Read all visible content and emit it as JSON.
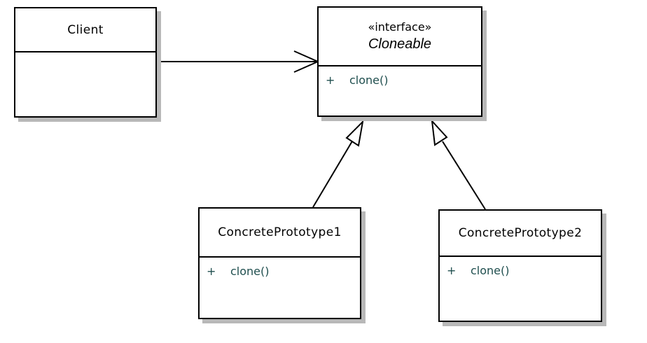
{
  "diagram": {
    "type": "UML class diagram",
    "colors": {
      "line": "#000000",
      "operation_text": "#1f4e4e",
      "shadow": "#b8b8b8"
    },
    "classes": {
      "client": {
        "name": "Client"
      },
      "cloneable": {
        "stereotype": "«interface»",
        "name": "Cloneable",
        "operations": [
          {
            "visibility": "+",
            "name": "clone()"
          }
        ]
      },
      "concrete1": {
        "name": "ConcretePrototype1",
        "operations": [
          {
            "visibility": "+",
            "name": "clone()"
          }
        ]
      },
      "concrete2": {
        "name": "ConcretePrototype2",
        "operations": [
          {
            "visibility": "+",
            "name": "clone()"
          }
        ]
      }
    },
    "relationships": [
      {
        "from": "Client",
        "to": "Cloneable",
        "kind": "association"
      },
      {
        "from": "ConcretePrototype1",
        "to": "Cloneable",
        "kind": "realization"
      },
      {
        "from": "ConcretePrototype2",
        "to": "Cloneable",
        "kind": "realization"
      }
    ]
  }
}
